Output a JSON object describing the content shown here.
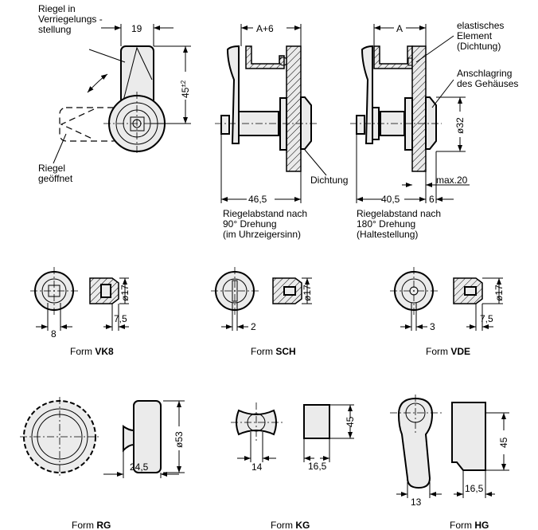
{
  "top_view": {
    "label_locked": [
      "Riegel in",
      "Verriegelungs -",
      "stellung"
    ],
    "label_open": [
      "Riegel",
      "geöffnet"
    ],
    "dim_width": "19",
    "dim_height": "45",
    "dim_height_tol": "±2"
  },
  "side_view_90": {
    "dim_top": "A+6",
    "dim_bottom": "46,5",
    "label_seal": "Dichtung",
    "caption": [
      "Riegelabstand nach",
      "90° Drehung",
      "(im Uhrzeigersinn)"
    ]
  },
  "side_view_180": {
    "dim_top": "A",
    "dim_bottom": "40,5",
    "dim_ring": "6",
    "dim_max": "max.20",
    "dim_dia": "ø32",
    "label_elastic": [
      "elastisches",
      "Element",
      "(Dichtung)"
    ],
    "label_ring": [
      "Anschlagring",
      "des Gehäuses"
    ],
    "caption": [
      "Riegelabstand nach",
      "180° Drehung",
      "(Haltestellung)"
    ]
  },
  "forms": [
    {
      "prefix": "Form",
      "code": "VK8",
      "dims": [
        "8",
        "7,5"
      ],
      "dia": "ø17"
    },
    {
      "prefix": "Form",
      "code": "SCH",
      "dims": [
        "2"
      ],
      "dia": "ø17"
    },
    {
      "prefix": "Form",
      "code": "VDE",
      "dims": [
        "3",
        "7,5"
      ],
      "dia": "ø17"
    },
    {
      "prefix": "Form",
      "code": "RG",
      "dims": [
        "24,5"
      ],
      "dia": "ø53"
    },
    {
      "prefix": "Form",
      "code": "KG",
      "dims": [
        "14",
        "16,5"
      ],
      "dia": "45"
    },
    {
      "prefix": "Form",
      "code": "HG",
      "dims": [
        "13",
        "16,5"
      ],
      "dia": "45"
    }
  ]
}
